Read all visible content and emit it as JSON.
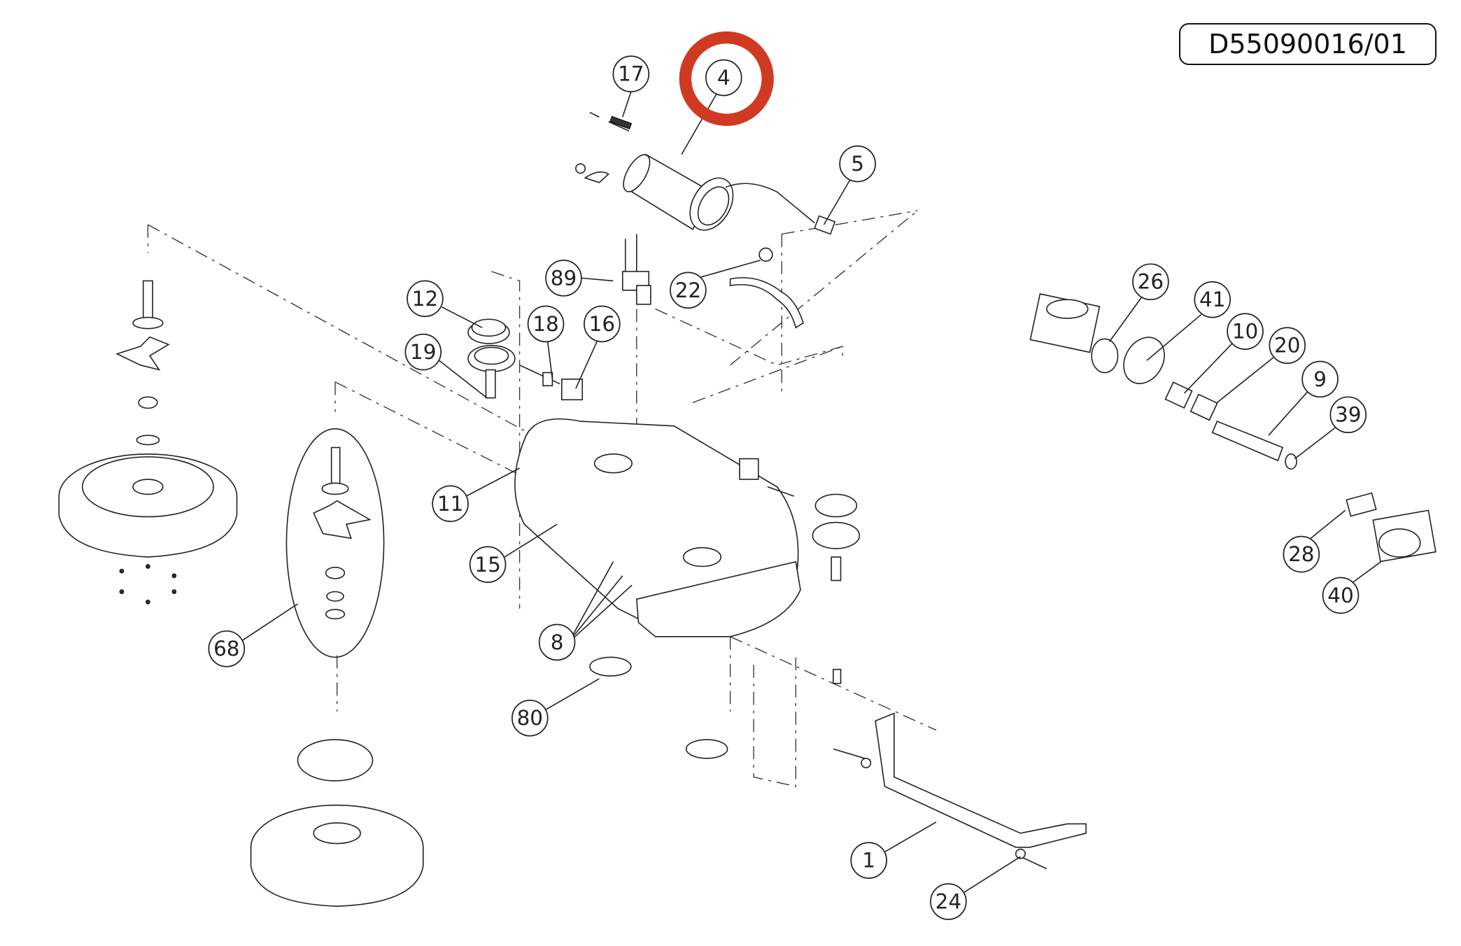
{
  "drawing_number": "D55090016/01",
  "highlight": {
    "part": "4",
    "color": "#D03A22"
  },
  "callouts": [
    "17",
    "4",
    "5",
    "89",
    "22",
    "12",
    "18",
    "16",
    "19",
    "11",
    "15",
    "8",
    "80",
    "68",
    "1",
    "24",
    "26",
    "41",
    "10",
    "20",
    "9",
    "39",
    "28",
    "40"
  ]
}
